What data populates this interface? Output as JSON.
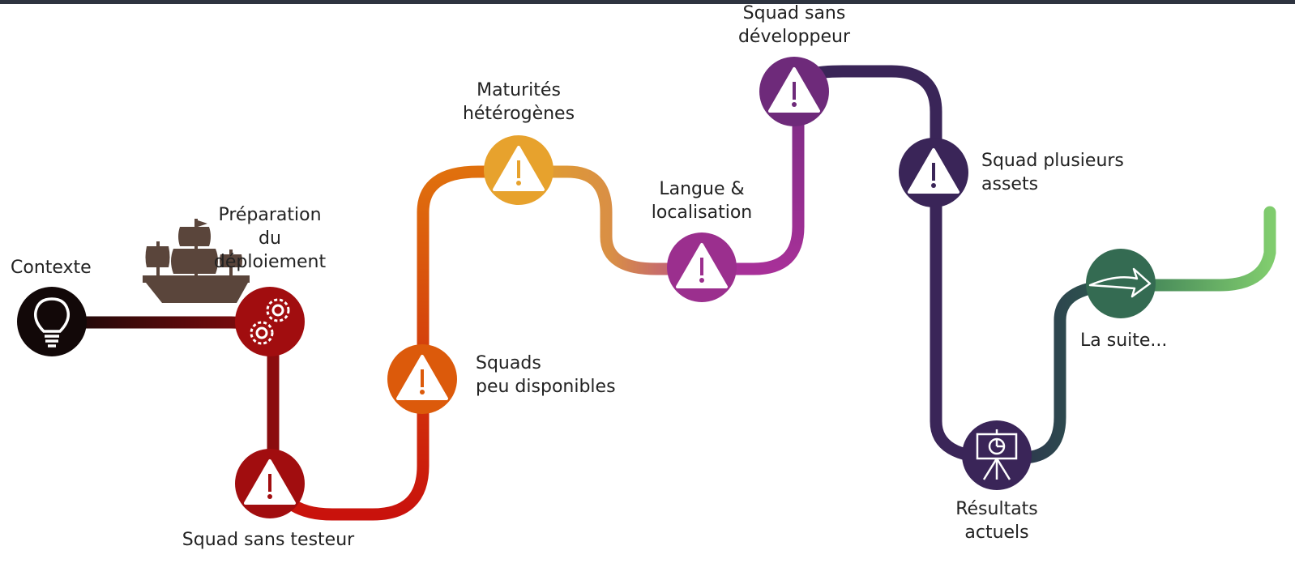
{
  "labels": {
    "contexte": "Contexte",
    "preparation_1": "Préparation",
    "preparation_2": "du",
    "preparation_3": "déploiement",
    "sans_testeur": "Squad sans testeur",
    "peu_dispo_1": "Squads",
    "peu_dispo_2": "peu disponibles",
    "maturites_1": "Maturités",
    "maturites_2": "hétérogènes",
    "langue_1": "Langue &",
    "langue_2": "localisation",
    "sans_dev_1": "Squad sans",
    "sans_dev_2": "développeur",
    "plusieurs_1": "Squad plusieurs",
    "plusieurs_2": "assets",
    "resultats_1": "Résultats",
    "resultats_2": "actuels",
    "suite": "La suite..."
  },
  "colors": {
    "black": "#120808",
    "dark_red": "#6b0f10",
    "red": "#a10d0f",
    "orange": "#dc5a0b",
    "amber": "#e7a22d",
    "purple": "#9b2f8e",
    "violet": "#6e2a7a",
    "indigo": "#3a2558",
    "teal": "#2d5f4e",
    "green": "#7cc86a",
    "ship": "#5a453b"
  },
  "icons": {
    "start": "lightbulb-icon",
    "preparation": "gears-icon",
    "warnings": "warning-icon",
    "resultats": "presentation-chart-icon",
    "suite": "arrow-icon",
    "ship": "ship-icon"
  }
}
